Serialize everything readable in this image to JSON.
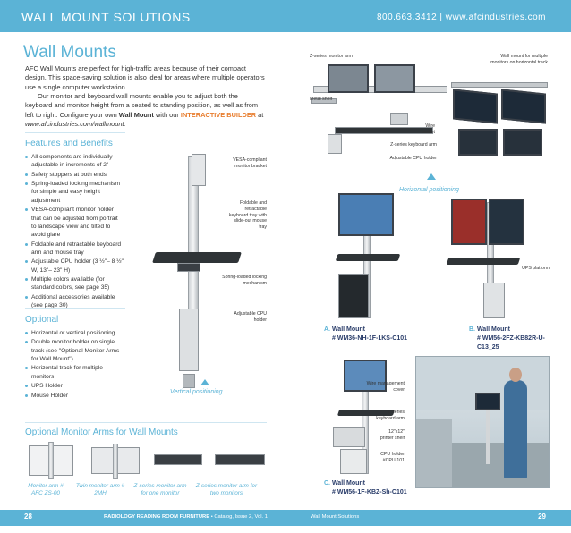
{
  "header": {
    "title": "WALL MOUNT SOLUTIONS",
    "contact": "800.663.3412 | www.afcindustries.com"
  },
  "page_title": "Wall Mounts",
  "intro": {
    "p1": "AFC Wall Mounts are perfect for high-traffic areas because of their compact design. This space-saving solution is also ideal for areas where multiple operators use a single computer workstation.",
    "p2_a": "Our monitor and keyboard wall mounts enable you to adjust both the keyboard and monitor height from a seated to standing position, as well as from left to right. Configure your own ",
    "p2_bold": "Wall Mount",
    "p2_b": " with our ",
    "p2_accent": "INTERACTIVE BUILDER",
    "p2_c": " at ",
    "p2_link": "www.afcindustries.com/wallmount."
  },
  "features": {
    "heading": "Features and Benefits",
    "items": [
      "All components are individually adjustable in increments of 2\"",
      "Safety stoppers at both ends",
      "Spring-loaded locking mechanism for simple and easy height adjustment",
      "VESA-compliant monitor holder that can be adjusted from portrait to landscape view and tilted to avoid glare",
      "Foldable and retractable keyboard arm and mouse tray",
      "Adjustable CPU holder (3 ½\"– 8 ½\" W, 13\"– 23\" H)",
      "Multiple colors available (for standard colors, see page 35)",
      "Additional accessories available (see page 30)"
    ]
  },
  "optional": {
    "heading": "Optional",
    "items": [
      "Horizontal or vertical positioning",
      "Double monitor holder on single track (see \"Optional Monitor Arms for Wall Mount\")",
      "Horizontal track for multiple monitors",
      "UPS Holder",
      "Mouse Holder"
    ]
  },
  "arms": {
    "heading": "Optional Monitor Arms for Wall Mounts",
    "captions": [
      "Monitor arm # AFC ZS-00",
      "Twin monitor arm # 2MH",
      "Z-series monitor arm for one monitor",
      "Z-series monitor arm for two monitors"
    ]
  },
  "vertical": {
    "callouts": {
      "vesa": "VESA-compliant monitor bracket",
      "foldable": "Foldable and retractable keyboard tray with slide-out mouse tray",
      "spring": "Spring-loaded locking mechanism",
      "cpu": "Adjustable CPU holder"
    },
    "caption": "Vertical positioning"
  },
  "horizontal": {
    "callouts": {
      "zseries": "Z-series monitor arm",
      "multiple": "Wall mount for multiple monitors on horizontal track",
      "shelf": "Metal shelf",
      "wire": "Wire basket",
      "keyboard": "Z-series keyboard arm",
      "cpu": "Adjustable CPU holder"
    },
    "caption": "Horizontal positioning"
  },
  "products": {
    "a": {
      "letter": "A.",
      "name": "Wall Mount",
      "model": "# WM36-NH-1F-1KS-C101"
    },
    "b": {
      "letter": "B.",
      "name": "Wall Mount",
      "model": "# WM56-2FZ-KB82R-U-C13_25",
      "callout": "UPS platform"
    },
    "c": {
      "letter": "C.",
      "name": "Wall Mount",
      "model": "# WM56-1F-KBZ-Sh-C101",
      "callouts": {
        "wire": "Wire management cover",
        "zseries": "Z-series keyboard arm",
        "printer": "12\"x12\" printer shelf",
        "cpu": "CPU holder #CPU-101"
      }
    }
  },
  "footer": {
    "page_left": "28",
    "left_bold": "RADIOLOGY READING ROOM FURNITURE",
    "left_rest": " • Catalog, Issue 2, Vol. 1",
    "right_text": "Wall Mount Solutions",
    "page_right": "29"
  },
  "colors": {
    "accent": "#5bb3d6",
    "highlight": "#e87d2e",
    "model_text": "#2a3d6a"
  }
}
